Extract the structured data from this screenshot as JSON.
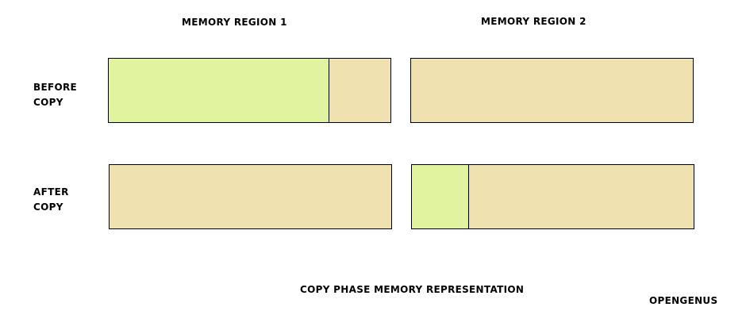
{
  "colors": {
    "live": "#E0F4A0",
    "free": "#EFE1B0",
    "border": "#000000"
  },
  "headers": {
    "region1": "MEMORY REGION 1",
    "region2": "MEMORY REGION 2"
  },
  "rows": [
    {
      "line1": "BEFORE",
      "line2": "COPY"
    },
    {
      "line1": "AFTER",
      "line2": "COPY"
    }
  ],
  "blocks": {
    "before_region1": {
      "live_fraction": 0.78
    },
    "before_region2": {
      "live_fraction": 0
    },
    "after_region1": {
      "live_fraction": 0
    },
    "after_region2": {
      "live_fraction": 0.2
    }
  },
  "caption": "COPY PHASE MEMORY REPRESENTATION",
  "watermark": "OPENGENUS"
}
